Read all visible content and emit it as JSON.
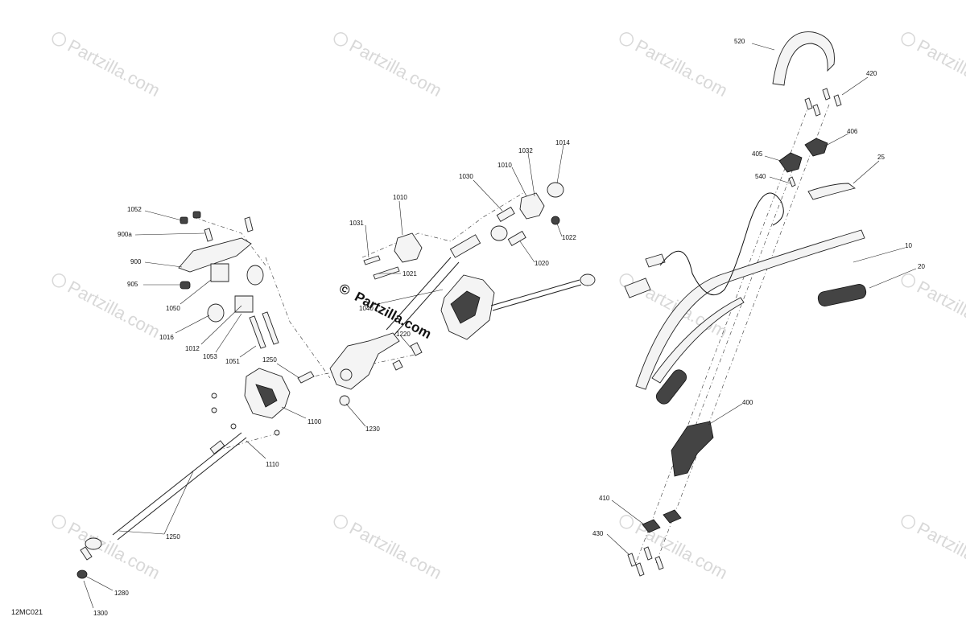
{
  "diagram": {
    "code": "12MC021",
    "callouts": [
      "520",
      "420",
      "406",
      "405",
      "25",
      "540",
      "10",
      "20",
      "400",
      "410",
      "430",
      "1052",
      "900a",
      "900",
      "905",
      "1050",
      "1016",
      "1012",
      "1053",
      "1051",
      "1250",
      "1100",
      "1110",
      "1250",
      "1280",
      "1300",
      "1010",
      "1031",
      "1021",
      "1030",
      "1010",
      "1032",
      "1014",
      "1022",
      "1020",
      "1220",
      "1230",
      "1040"
    ],
    "watermark": "Partzilla.com",
    "copyright": "Partzilla.com",
    "copyright_symbol": "©",
    "watermark_symbol": "©"
  }
}
